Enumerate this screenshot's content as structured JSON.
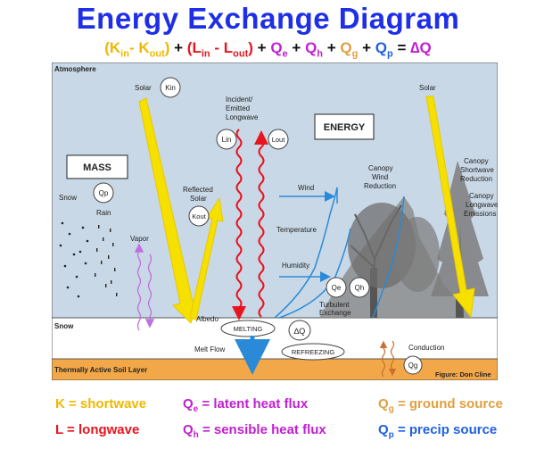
{
  "title": "Energy Exchange Diagram",
  "equation": {
    "k_in": "K",
    "k_in_sub": "in",
    "k_out": "K",
    "k_out_sub": "out",
    "l_in": "L",
    "l_in_sub": "in",
    "l_out": "L",
    "l_out_sub": "out",
    "qe": "Q",
    "qe_sub": "e",
    "qh": "Q",
    "qh_sub": "h",
    "qg": "Q",
    "qg_sub": "g",
    "qp": "Q",
    "qp_sub": "p",
    "result": "∆Q"
  },
  "diagram": {
    "atmosphere": "Atmosphere",
    "solar_left": "Solar",
    "solar_right": "Solar",
    "kin_badge": "Kin",
    "incident_line1": "Incident/",
    "incident_line2": "Emitted",
    "incident_line3": "Longwave",
    "lin_badge": "Lin",
    "lout_badge": "Lout",
    "energy_box": "ENERGY",
    "mass_box": "MASS",
    "snow_label": "Snow",
    "qp_badge": "Qp",
    "rain_label": "Rain",
    "reflected_line1": "Reflected",
    "reflected_line2": "Solar",
    "kout_badge": "Kout",
    "vapor_label": "Vapor",
    "wind_label": "Wind",
    "temperature_label": "Temperature",
    "humidity_label": "Humidity",
    "canopy_wind_line1": "Canopy",
    "canopy_wind_line2": "Wind",
    "canopy_wind_line3": "Reduction",
    "canopy_sw_line1": "Canopy",
    "canopy_sw_line2": "Shortwave",
    "canopy_sw_line3": "Reduction",
    "canopy_lw_line1": "Canopy",
    "canopy_lw_line2": "Longwave",
    "canopy_lw_line3": "Emissions",
    "qe_badge": "Qe",
    "qh_badge": "Qh",
    "turbulent_line1": "Turbulent",
    "turbulent_line2": "Exchange",
    "albedo_label": "Albedo",
    "snow_layer": "Snow",
    "melting_label": "MELTING",
    "dq_badge": "∆Q",
    "refreezing_label": "REFREEZING",
    "melt_flow_label": "Melt Flow",
    "conduction_label": "Conduction",
    "qg_badge": "Qg",
    "soil_layer": "Thermally Active Soil Layer",
    "figure_credit": "Figure: Don Cline"
  },
  "legend": {
    "k": "K = shortwave",
    "l": "L = longwave",
    "qe_sym": "Q",
    "qe_sub": "e",
    "qe_text": " = latent heat flux",
    "qh_sym": "Q",
    "qh_sub": "h",
    "qh_text": " = sensible heat flux",
    "qg_sym": "Q",
    "qg_sub": "g",
    "qg_text": " = ground source",
    "qp_sym": "Q",
    "qp_sub": "p",
    "qp_text": " = precip source"
  },
  "colors": {
    "title_blue": "#1f2fe6",
    "shortwave_yellow": "#f0b800",
    "longwave_red": "#e8141e",
    "latent_magenta": "#c020d0",
    "ground_orange": "#e0a040",
    "precip_blue": "#2060e0",
    "sky": "#c9d8e6",
    "soil": "#f2a848"
  }
}
